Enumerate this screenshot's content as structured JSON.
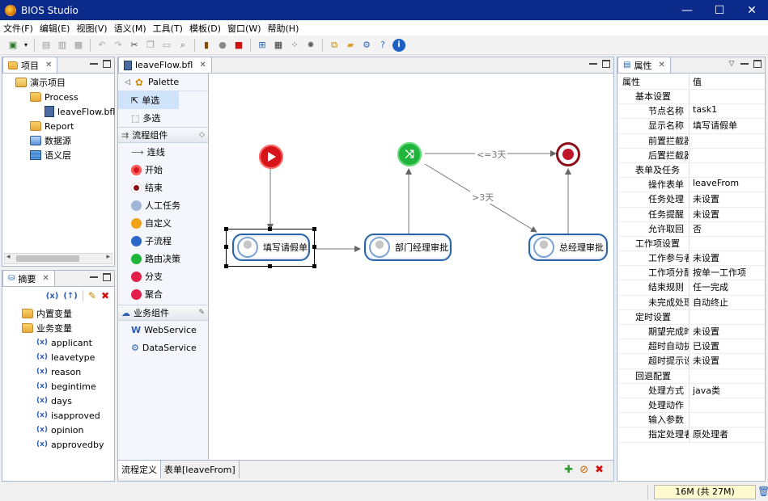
{
  "window": {
    "title": "BIOS Studio",
    "minimize": "—",
    "maximize": "☐",
    "close": "✕"
  },
  "menu": [
    "文件(F)",
    "编辑(E)",
    "视图(V)",
    "语义(M)",
    "工具(T)",
    "模板(D)",
    "窗口(W)",
    "帮助(H)"
  ],
  "project_panel": {
    "tab": "项目",
    "items": [
      {
        "label": "演示项目",
        "icon": "project-icon"
      },
      {
        "label": "Process",
        "icon": "folder-icon"
      },
      {
        "label": "leaveFlow.bfl",
        "icon": "flow-file-icon"
      },
      {
        "label": "Report",
        "icon": "folder-icon"
      },
      {
        "label": "数据源",
        "icon": "datasource-icon"
      },
      {
        "label": "语义层",
        "icon": "semantic-layer-icon"
      }
    ]
  },
  "outline_panel": {
    "tab": "摘要",
    "groups": [
      "内置变量",
      "业务变量"
    ],
    "variables": [
      "applicant",
      "leavetype",
      "reason",
      "begintime",
      "days",
      "isapproved",
      "opinion",
      "approvedby"
    ]
  },
  "editor": {
    "tab": "leaveFlow.bfl",
    "palette": {
      "title": "Palette",
      "tools": [
        "单选",
        "多选"
      ],
      "flow_group": "流程组件",
      "flow_items": [
        "连线",
        "开始",
        "结束",
        "人工任务",
        "自定义",
        "子流程",
        "路由决策",
        "分支",
        "聚合"
      ],
      "biz_group": "业务组件",
      "biz_items": [
        "WebService",
        "DataService"
      ]
    },
    "diagram": {
      "nodes": [
        "填写请假单",
        "部门经理审批",
        "总经理审批"
      ],
      "edge_labels": [
        "<=3天",
        ">3天"
      ]
    },
    "bottom_tabs": [
      "流程定义",
      "表单[leaveFrom]"
    ]
  },
  "properties": {
    "tab": "属性",
    "col_key": "属性",
    "col_value": "值",
    "rows": [
      {
        "k": "基本设置",
        "v": "",
        "level": 1
      },
      {
        "k": "节点名称",
        "v": "task1",
        "level": 2
      },
      {
        "k": "显示名称",
        "v": "填写请假单",
        "level": 2
      },
      {
        "k": "前置拦截器",
        "v": "",
        "level": 2
      },
      {
        "k": "后置拦截器",
        "v": "",
        "level": 2
      },
      {
        "k": "表单及任务",
        "v": "",
        "level": 1
      },
      {
        "k": "操作表单",
        "v": "leaveFrom",
        "level": 2
      },
      {
        "k": "任务处理",
        "v": "未设置",
        "level": 2
      },
      {
        "k": "任务提醒",
        "v": "未设置",
        "level": 2
      },
      {
        "k": "允许取回",
        "v": "否",
        "level": 2
      },
      {
        "k": "工作项设置",
        "v": "",
        "level": 1
      },
      {
        "k": "工作参与者",
        "v": "未设置",
        "level": 2
      },
      {
        "k": "工作项分配",
        "v": "按单一工作项",
        "level": 2
      },
      {
        "k": "结束规则",
        "v": "任一完成",
        "level": 2
      },
      {
        "k": "未完成处理",
        "v": "自动终止",
        "level": 2
      },
      {
        "k": "定时设置",
        "v": "",
        "level": 1
      },
      {
        "k": "期望完成时",
        "v": "未设置",
        "level": 2
      },
      {
        "k": "超时自动执",
        "v": "已设置",
        "level": 2
      },
      {
        "k": "超时提示设",
        "v": "未设置",
        "level": 2
      },
      {
        "k": "回退配置",
        "v": "",
        "level": 1
      },
      {
        "k": "处理方式",
        "v": "java类",
        "level": 2
      },
      {
        "k": "处理动作",
        "v": "",
        "level": 2
      },
      {
        "k": "输入参数",
        "v": "",
        "level": 2
      },
      {
        "k": "指定处理者",
        "v": "原处理者",
        "level": 2
      }
    ]
  },
  "status": {
    "memory": "16M (共 27M)"
  }
}
